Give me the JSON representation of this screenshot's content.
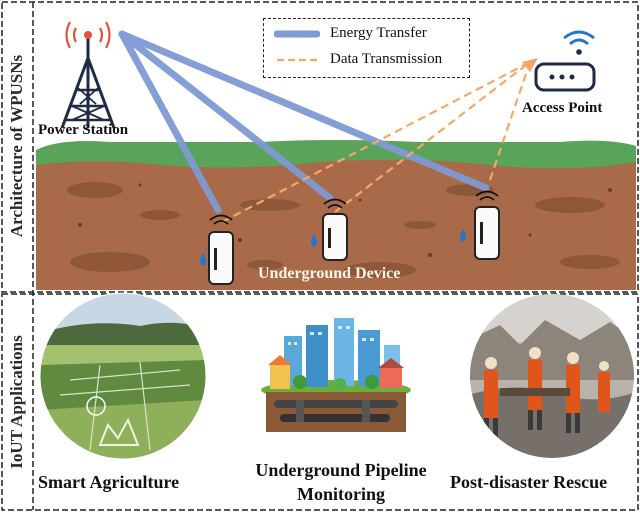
{
  "sections": {
    "top_label": "Architecture of WPUSNs",
    "bottom_label": "IoUT Applications"
  },
  "nodes": {
    "power_station": "Power Station",
    "access_point": "Access Point",
    "underground_device": "Underground Device"
  },
  "legend": {
    "energy": "Energy Transfer",
    "data": "Data Transmission"
  },
  "applications": {
    "agri": "Smart Agriculture",
    "pipeline_line1": "Underground Pipeline",
    "pipeline_line2": "Monitoring",
    "rescue": "Post-disaster Rescue"
  },
  "colors": {
    "energy": "#7f9ad4",
    "data": "#f4a868",
    "grass": "#5aa35a",
    "soil": "#a86a48",
    "tower": "#1f2a44",
    "antenna": "#e0523a"
  }
}
